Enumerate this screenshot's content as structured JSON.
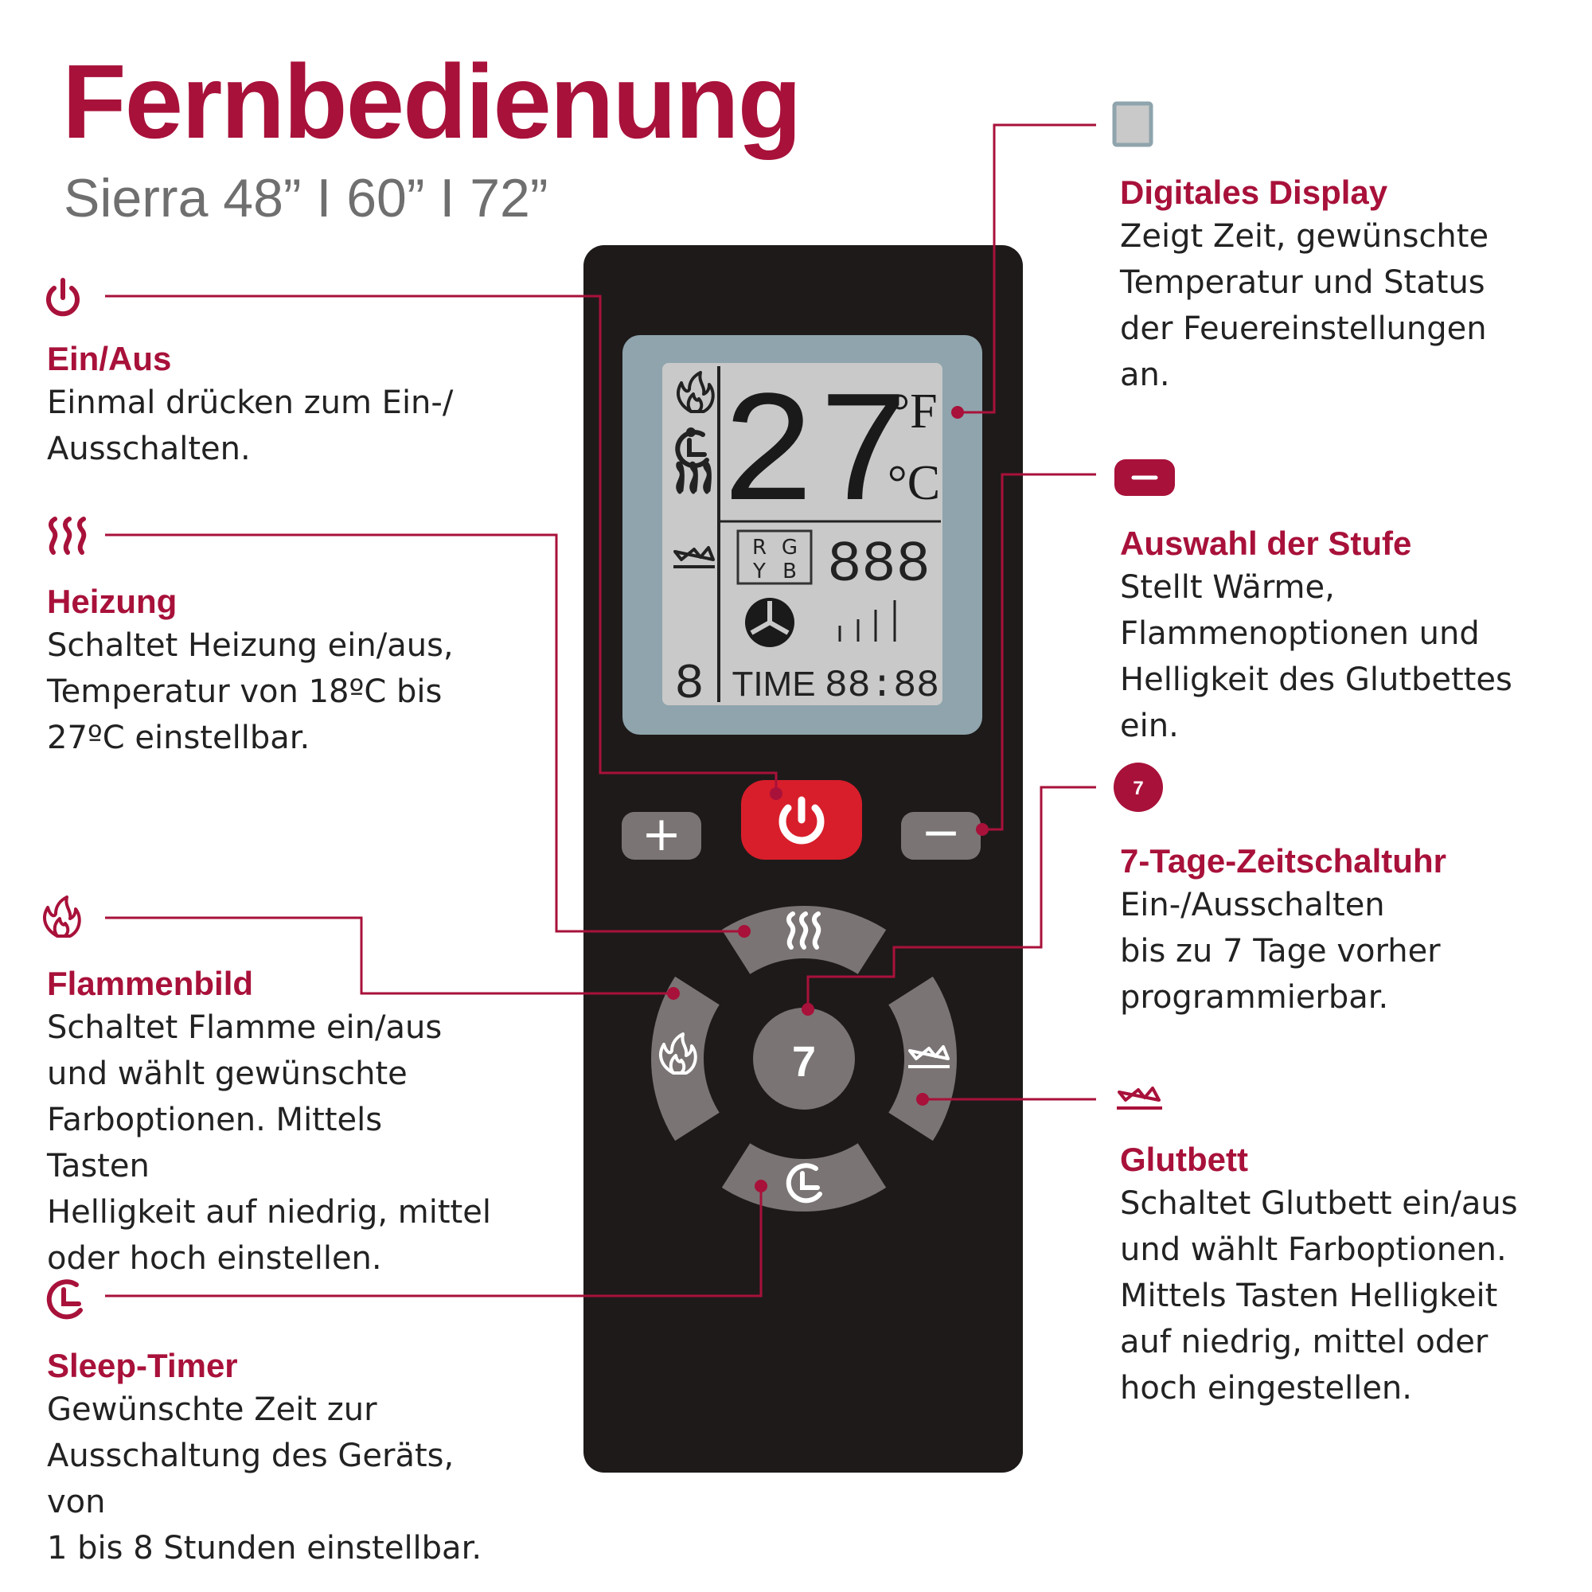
{
  "title": "Fernbedienung",
  "subtitle": "Sierra 48” I 60” I 72”",
  "colors": {
    "accent": "#a8113a",
    "remote_body": "#1e1a1a",
    "button_gray": "#7a7474",
    "power_red": "#d81e2b",
    "lcd_frame": "#8fa4ac",
    "lcd": "#c9c9c9"
  },
  "remote": {
    "display": {
      "temperature": "27",
      "unit_f": "°F",
      "unit_c": "°C",
      "rgb_r": "R",
      "rgb_g": "G",
      "rgb_y": "Y",
      "rgb_b": "B",
      "segment_value": "888",
      "timer_digit": "8",
      "time_label": "TIME",
      "time_value": "88:88"
    },
    "buttons": {
      "plus": "+",
      "minus": "−",
      "timer_7": "7"
    }
  },
  "annotations": {
    "power": {
      "icon": "power-icon",
      "title": "Ein/Aus",
      "lines": [
        "Einmal drücken zum Ein-/",
        "Ausschalten."
      ]
    },
    "heat": {
      "icon": "heat-icon",
      "title": "Heizung",
      "lines": [
        "Schaltet Heizung ein/aus,",
        "Temperatur von 18ºC bis",
        "27ºC einstellbar."
      ]
    },
    "flame": {
      "icon": "flame-icon",
      "title": "Flammenbild",
      "lines": [
        "Schaltet Flamme ein/aus",
        "und wählt gewünschte",
        "Farboptionen. Mittels Tasten",
        "Helligkeit auf niedrig, mittel",
        "oder hoch einstellen."
      ]
    },
    "sleep": {
      "icon": "sleep-timer-icon",
      "title": "Sleep-Timer",
      "lines": [
        "Gewünschte Zeit zur",
        "Ausschaltung des Geräts, von",
        "1 bis 8 Stunden einstellbar."
      ]
    },
    "display": {
      "icon": "display-icon",
      "title": "Digitales Display",
      "lines": [
        "Zeigt Zeit, gewünschte",
        "Temperatur und Status",
        "der Feuereinstellungen",
        "an."
      ]
    },
    "level": {
      "icon": "minus-icon",
      "title": "Auswahl der Stufe",
      "lines": [
        "Stellt Wärme,",
        "Flammenoptionen und",
        "Helligkeit des Glutbettes",
        "ein."
      ]
    },
    "week": {
      "icon": "seven-day-icon",
      "icon_label": "7",
      "title": "7-Tage-Zeitschaltuhr",
      "lines": [
        "Ein-/Ausschalten",
        "bis zu 7 Tage vorher",
        "programmierbar."
      ]
    },
    "ember": {
      "icon": "ember-bed-icon",
      "title": "Glutbett",
      "lines": [
        "Schaltet Glutbett ein/aus",
        "und wählt Farboptionen.",
        "Mittels Tasten Helligkeit",
        "auf niedrig, mittel oder",
        "hoch eingestellen."
      ]
    }
  }
}
